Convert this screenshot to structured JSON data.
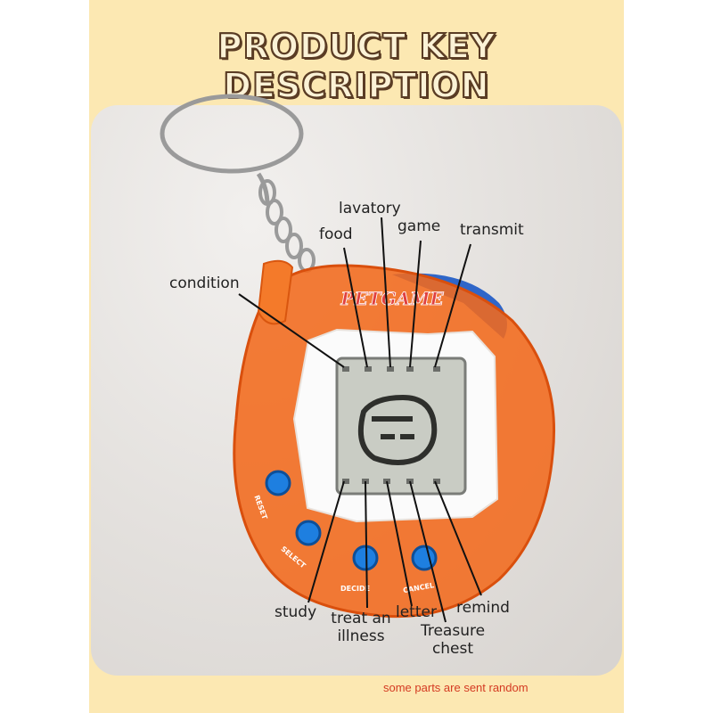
{
  "title": "PRODUCT KEY DESCRIPTION",
  "device": {
    "brand_logo": "PETGAME",
    "buttons": [
      "RESET",
      "SELECT",
      "DECIDE",
      "CANCEL"
    ]
  },
  "labels": {
    "lavatory": "lavatory",
    "food": "food",
    "game": "game",
    "transmit": "transmit",
    "condition": "condition",
    "study": "study",
    "treat_an_illness": "treat an illness",
    "letter": "letter",
    "remind": "remind",
    "treasure_chest": "Treasure chest"
  },
  "footnote": "some parts are sent random",
  "colors": {
    "panel_bg": "#fce8b2",
    "title_fill": "#fbf2d6",
    "title_outline": "#5a3c24",
    "shell_orange": "#f36a1c",
    "button_blue": "#1e7fe0",
    "footnote_red": "#d43a22"
  }
}
